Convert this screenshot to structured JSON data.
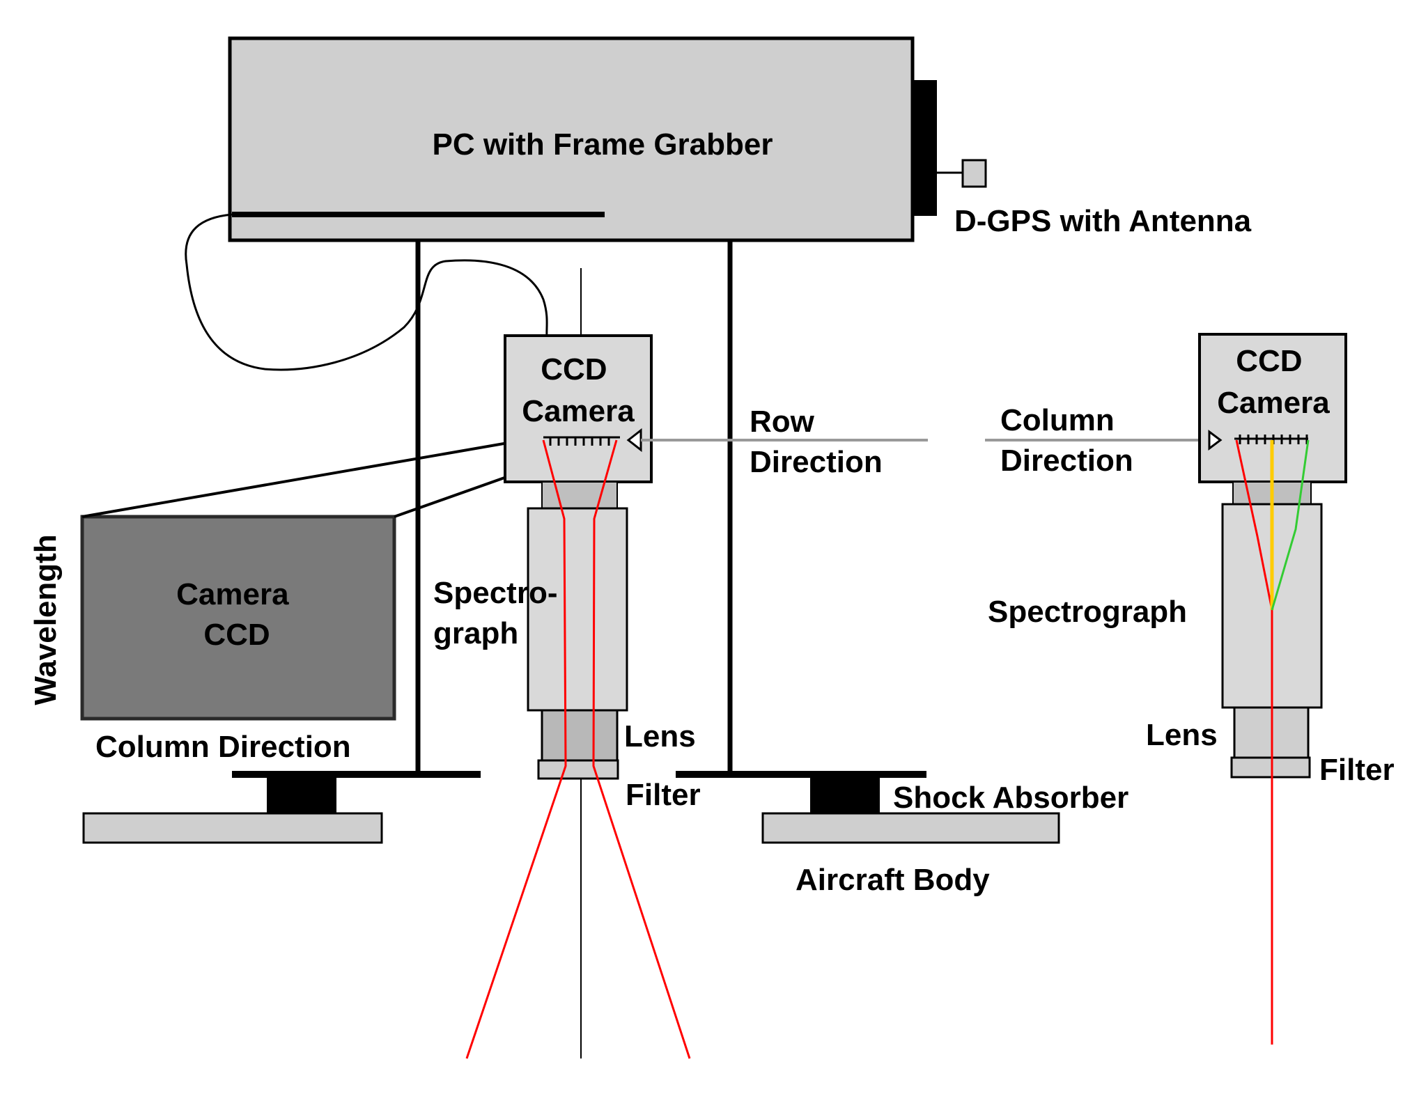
{
  "labels": {
    "pc": "PC with Frame Grabber",
    "dgps": "D-GPS with Antenna",
    "wavelength": "Wavelength",
    "ccd_camera_box": "Camera\nCCD",
    "column_direction_bottom": "Column Direction",
    "ccd_left": "CCD\nCamera",
    "row_direction": "Row\nDirection",
    "spectrograph_left": "Spectro-\ngraph",
    "lens_left": "Lens",
    "filter_left": "Filter",
    "shock_absorber": "Shock Absorber",
    "aircraft_body": "Aircraft Body",
    "column_direction_right": "Column\nDirection",
    "ccd_right": "CCD\nCamera",
    "spectrograph_right": "Spectrograph",
    "lens_right": "Lens",
    "filter_right": "Filter"
  },
  "colors": {
    "device_fill": "#d0d0d0",
    "camera_box_fill": "#7a7a7a",
    "ray_red": "#ff0000",
    "ray_yellow": "#ffcc00",
    "ray_green": "#33cc33",
    "outline": "#000000"
  }
}
